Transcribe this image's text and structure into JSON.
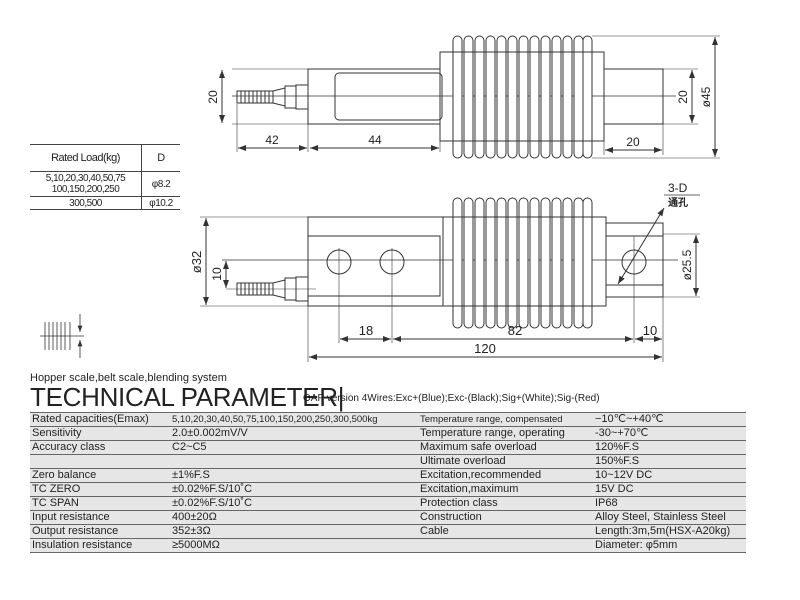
{
  "drawing": {
    "top_view": {
      "dim_height_left": "20",
      "dim_cable": "42",
      "dim_body": "44",
      "dim_end": "20",
      "dim_height_right": "20",
      "dim_diameter": "ø45"
    },
    "bottom_view": {
      "dim_diameter_left": "ø32",
      "dim_cable_offset": "10",
      "dim_hole_spacing": "18",
      "dim_span": "82",
      "dim_end": "10",
      "dim_total": "120",
      "dim_diameter_right": "ø25.5",
      "hole_label": "3-D",
      "hole_note": "通孔"
    }
  },
  "load_table": {
    "headers": [
      "Rated Load(kg)",
      "D"
    ],
    "rows": [
      {
        "load": "5,10,20,30,40,50,75",
        "load2": "100,150,200,250",
        "d": "φ8.2"
      },
      {
        "load": "300,500",
        "d": "φ10.2"
      }
    ]
  },
  "subtitle": "Hopper scale,belt scale,blending system",
  "title": "TECHNICAL PARAMETER|",
  "wiring": "OAP version 4Wires:Exc+(Blue);Exc-(Black);Sig+(White);Sig-(Red)",
  "spec_rows": [
    [
      "Rated capacities(Emax)",
      "5,10,20,30,40,50,75,100,150,200,250,300,500kg",
      "Temperature range, compensated",
      "−10℃~+40℃"
    ],
    [
      "Sensitivity",
      "2.0±0.002mV/V",
      "Temperature range, operating",
      "-30~+70℃"
    ],
    [
      "Accuracy class",
      "C2~C5",
      "Maximum safe overload",
      "120%F.S"
    ],
    [
      "",
      "",
      "Ultimate overload",
      "150%F.S"
    ],
    [
      "Zero balance",
      "±1%F.S",
      "Excitation,recommended",
      "10~12V DC"
    ],
    [
      "TC ZERO",
      "±0.02%F.S/10˚C",
      "Excitation,maximum",
      "15V DC"
    ],
    [
      "TC SPAN",
      "±0.02%F.S/10˚C",
      "Protection class",
      "IP68"
    ],
    [
      "Input resistance",
      "400±20Ω",
      "Construction",
      "Alloy Steel,  Stainless Steel"
    ],
    [
      "Output resistance",
      "352±3Ω",
      "Cable",
      "Length:3m,5m(HSX-A20kg)"
    ],
    [
      "Insulation resistance",
      "≥5000MΩ",
      "",
      "Diameter: φ5mm"
    ]
  ]
}
